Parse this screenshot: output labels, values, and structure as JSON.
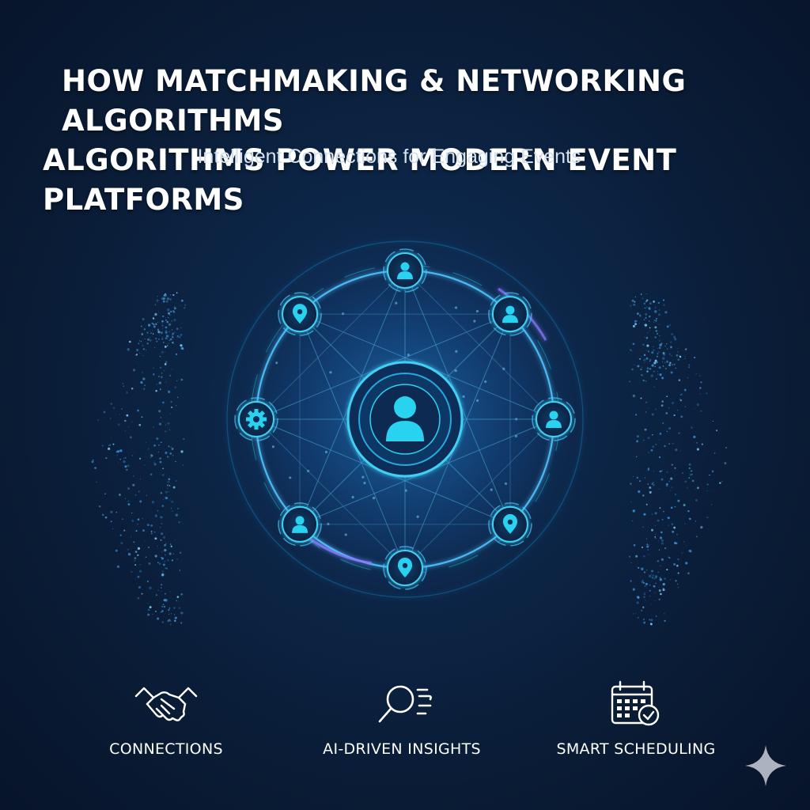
{
  "header": {
    "title_line1": "HOW MATCHMAKING & NETWORKING ALGORITHMS",
    "title_line2": "ALGORITHMS POWER MODERN EVENT PLATFORMS",
    "subtitle": "Intelligent Connections for Engaging Events"
  },
  "illustration": {
    "center_icon": "person-icon",
    "nodes": [
      "person-icon",
      "person-icon",
      "person-icon",
      "location-pin-icon",
      "location-pin-icon",
      "person-icon",
      "gear-icon",
      "location-pin-icon"
    ]
  },
  "features": [
    {
      "label": "CONNECTIONS",
      "icon": "handshake-icon"
    },
    {
      "label": "AI-DRIVEN INSIGHTS",
      "icon": "magnifier-icon"
    },
    {
      "label": "SMART SCHEDULING",
      "icon": "calendar-check-icon"
    }
  ],
  "corner_icon": "sparkle-icon",
  "colors": {
    "background": "#0a1c36",
    "accent": "#29d3f0",
    "glow": "#4fc3ff",
    "violet": "#8a7bff"
  }
}
